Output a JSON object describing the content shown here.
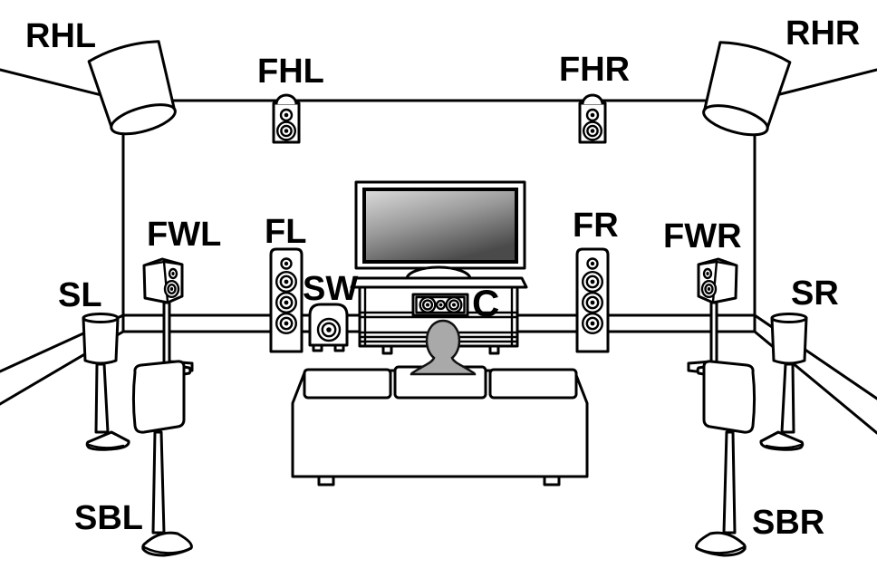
{
  "labels": {
    "rhl": "RHL",
    "fhl": "FHL",
    "fhr": "FHR",
    "rhr": "RHR",
    "fwl": "FWL",
    "fl": "FL",
    "fr": "FR",
    "fwr": "FWR",
    "sl": "SL",
    "sw": "SW",
    "c": "C",
    "sr": "SR",
    "sbl": "SBL",
    "sbr": "SBR"
  },
  "colors": {
    "outline": "#000000",
    "background": "#ffffff",
    "listener_fill": "#a9a9a9",
    "tv_screen_gradient_start": "#dcdcdc",
    "tv_screen_gradient_mid": "#9a9a9a",
    "tv_screen_gradient_end": "#4a4a4a"
  }
}
